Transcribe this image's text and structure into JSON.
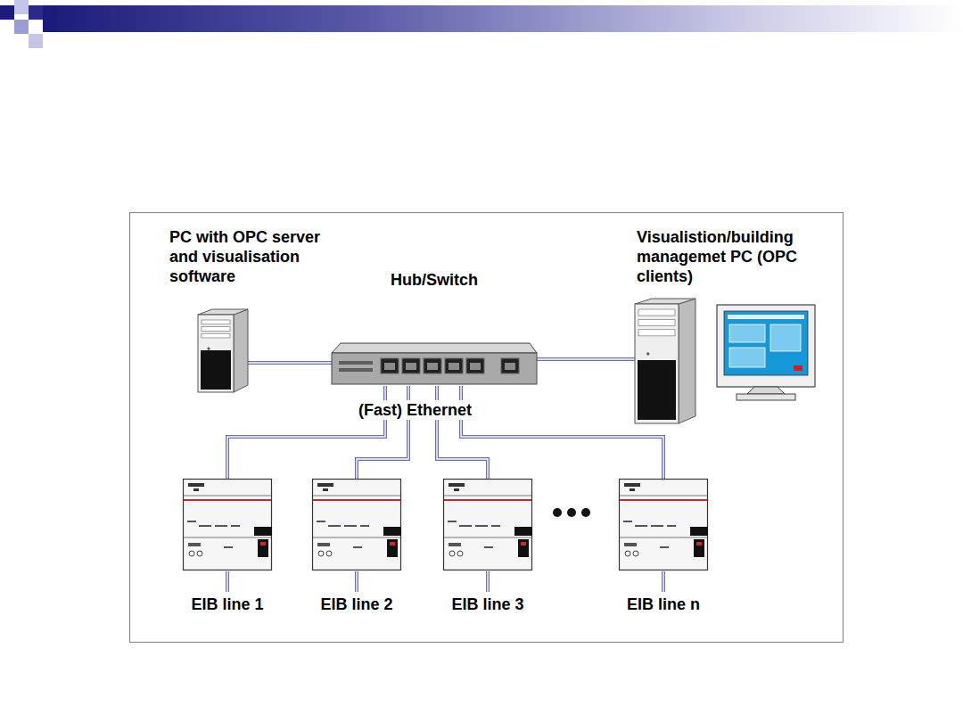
{
  "diagram": {
    "nodes": [
      {
        "text": [
          "PC with OPC server and visualisation software"
        ]
      },
      {
        "text": [
          "Hub/Switch"
        ]
      },
      {
        "text": [
          "Visualistion/building managemet PC (OPC clients)"
        ]
      },
      {
        "text": [
          "EIB line 1"
        ]
      },
      {
        "text": [
          "EIB line 2"
        ]
      },
      {
        "text": [
          "EIB line 3"
        ]
      },
      {
        "text": [
          "EIB line n"
        ]
      }
    ],
    "edges": [
      {
        "from": 0,
        "to": 1,
        "arrow": "none"
      },
      {
        "from": 1,
        "to": 2,
        "arrow": "none"
      },
      {
        "from": 1,
        "to": 3,
        "arrow": "none"
      },
      {
        "from": 1,
        "to": 4,
        "arrow": "none"
      },
      {
        "from": 1,
        "to": 5,
        "arrow": "none"
      },
      {
        "from": 1,
        "to": 6,
        "arrow": "none"
      }
    ],
    "labels": [
      "(Fast) Ethernet"
    ]
  }
}
